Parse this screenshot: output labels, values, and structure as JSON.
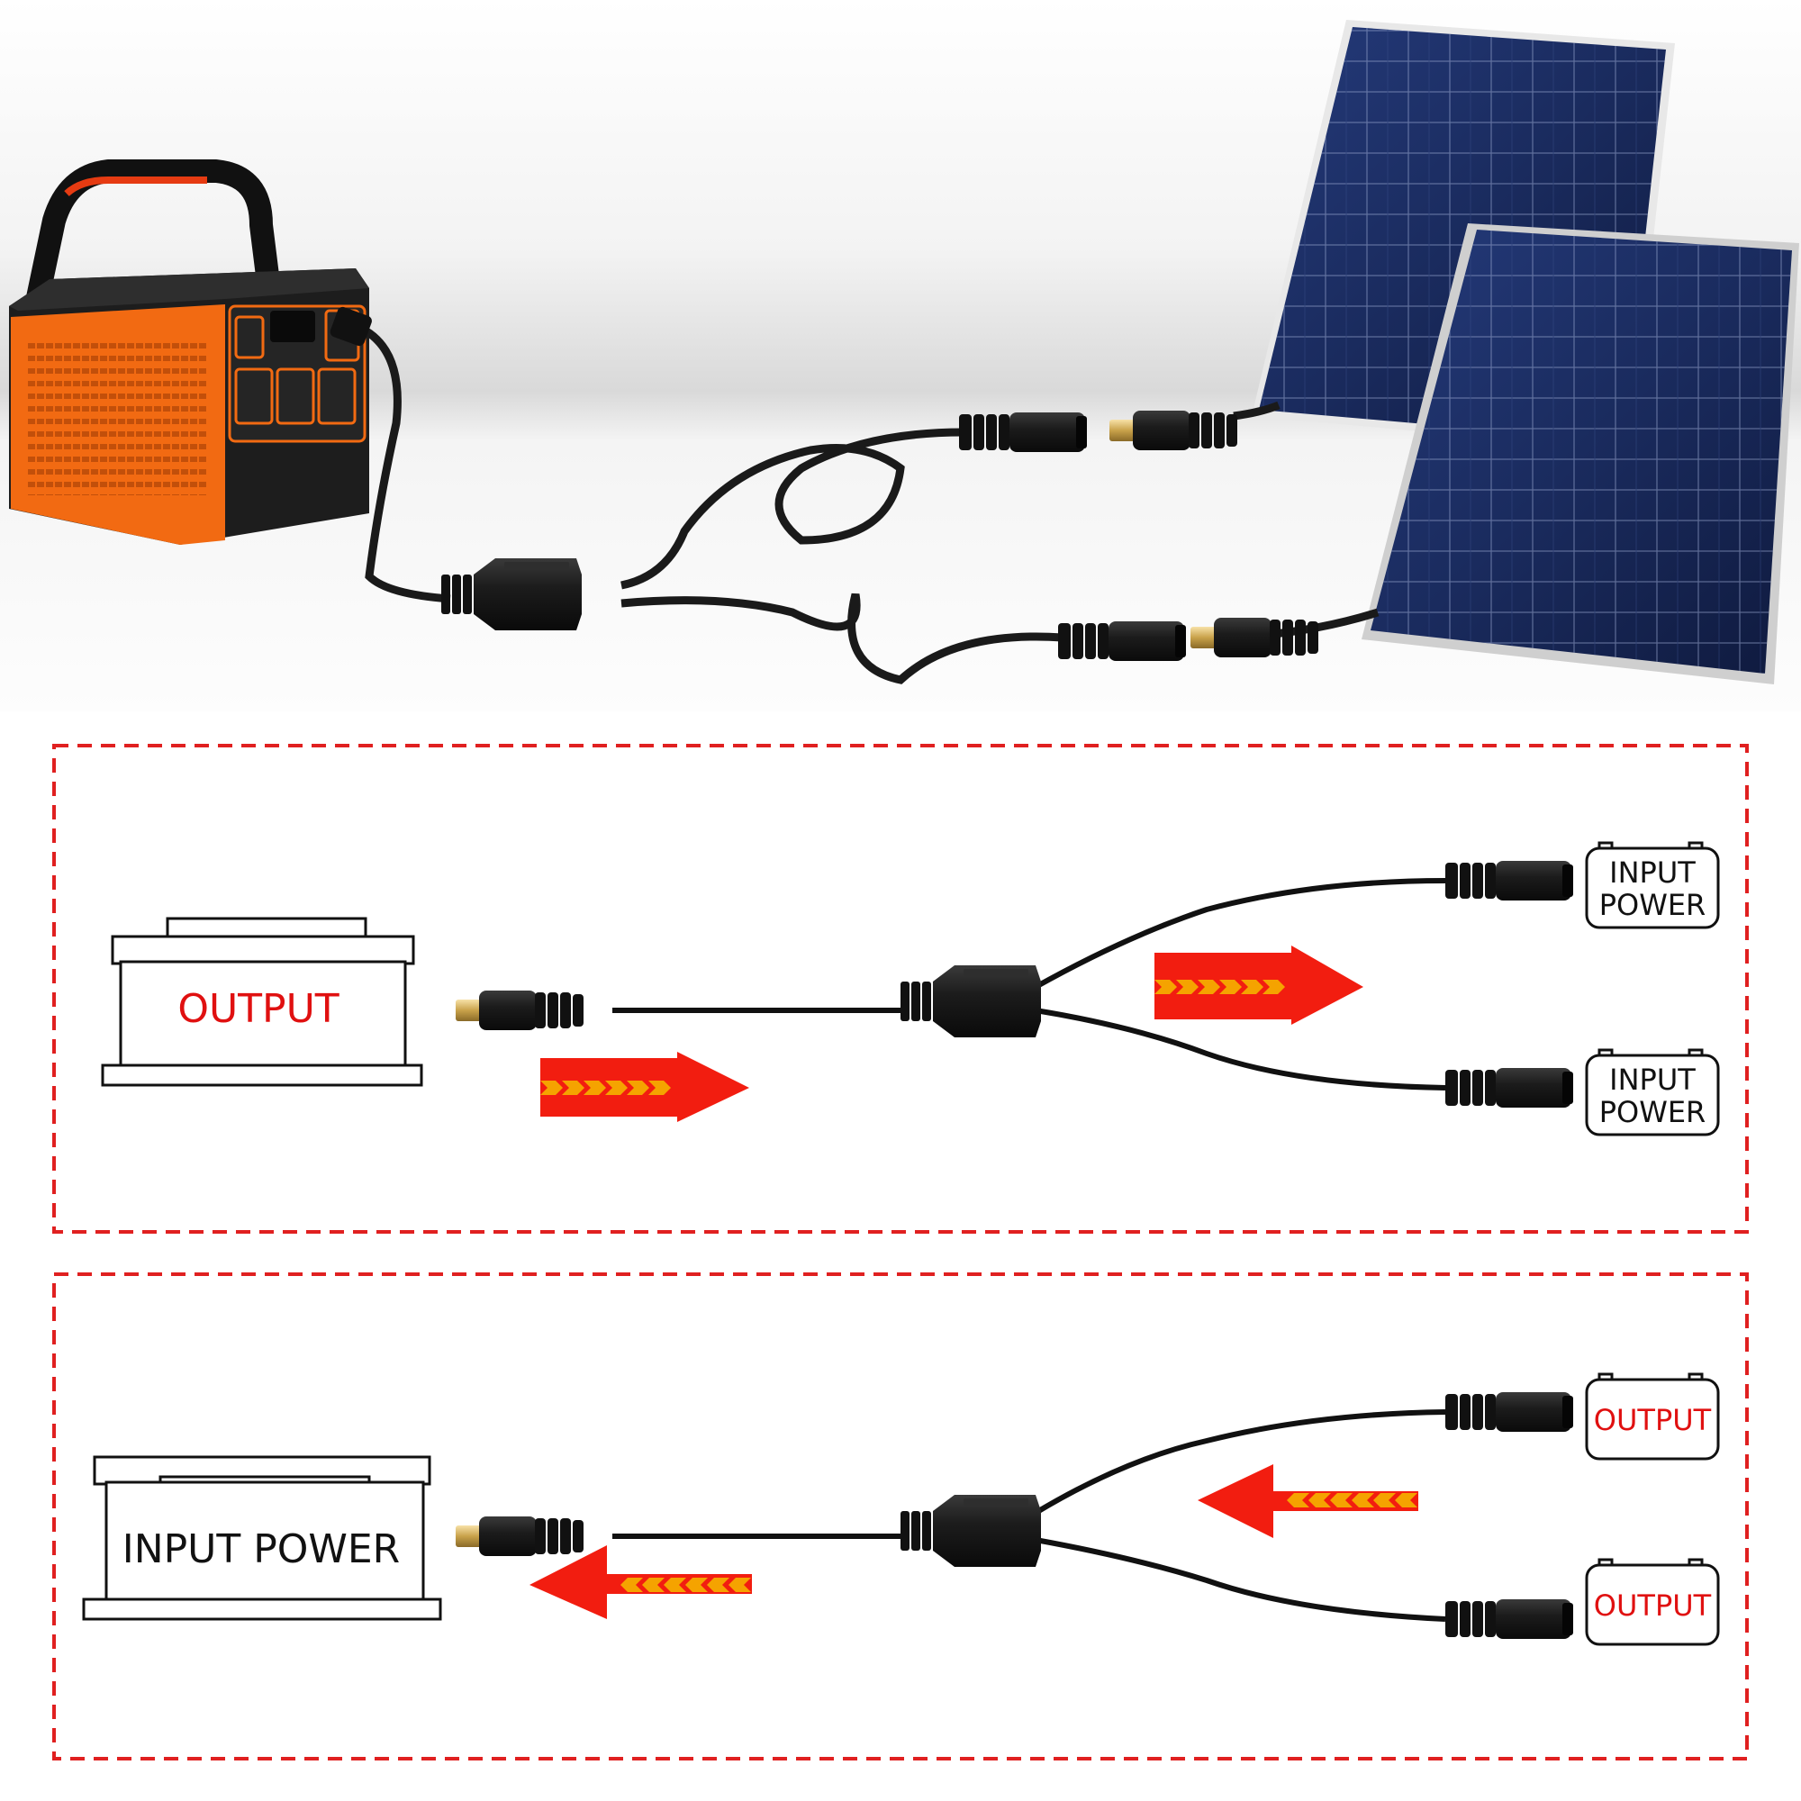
{
  "photo": {
    "devices": [
      "portable-power-station",
      "solar-panel",
      "solar-panel"
    ],
    "cable": "dc-y-splitter-cable"
  },
  "diagram_top": {
    "battery_label": "OUTPUT",
    "branch_labels": [
      [
        "INPUT",
        "POWER"
      ],
      [
        "INPUT",
        "POWER"
      ]
    ],
    "flow_direction": "left-to-right"
  },
  "diagram_bottom": {
    "battery_label": "INPUT POWER",
    "branch_labels": [
      "OUTPUT",
      "OUTPUT"
    ],
    "flow_direction": "right-to-left"
  },
  "colors": {
    "label_red": "#e01010",
    "dashed_border": "#e02020",
    "arrow_red": "#f21d10",
    "arrow_orange": "#f5a300",
    "cable": "#151515",
    "station_orange": "#f26a12",
    "panel_blue": "#1b2a5a"
  }
}
